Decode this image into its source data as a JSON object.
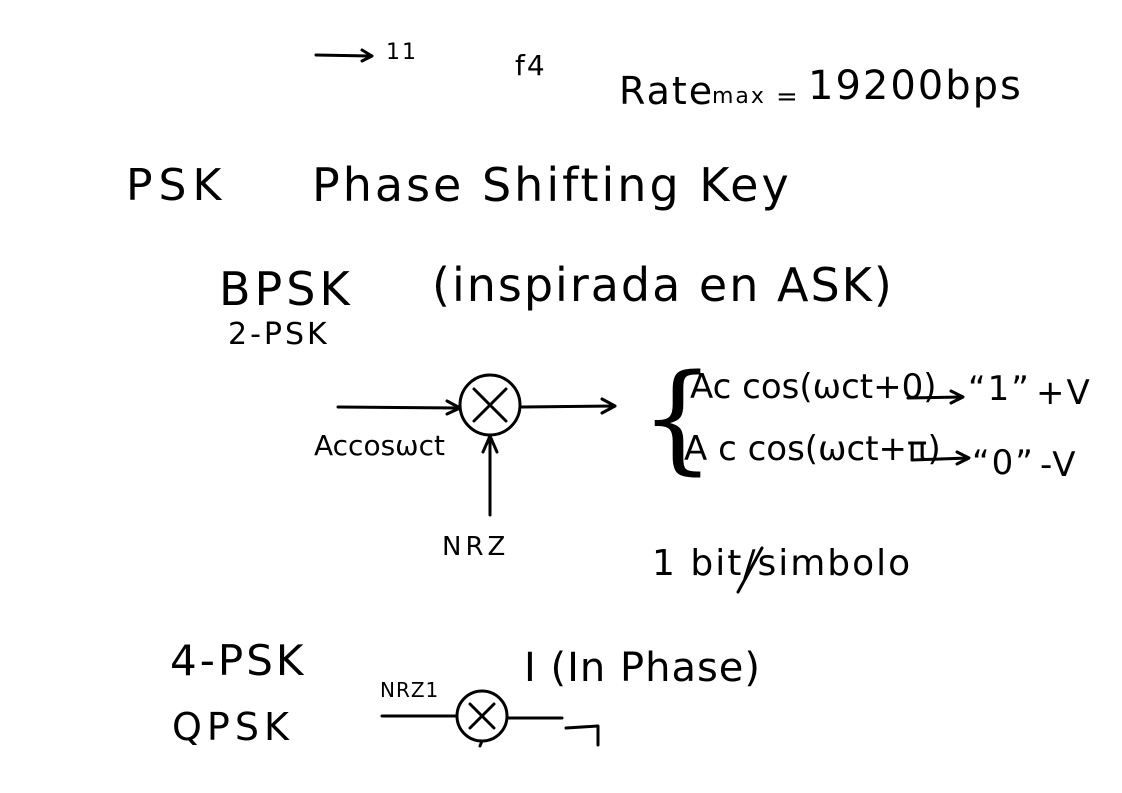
{
  "top_line": {
    "bits": "11",
    "f4": "f4",
    "rate_word": "Rate",
    "rate_sub": "max",
    "equals": "=",
    "rate_value": "19200bps"
  },
  "psk_heading": {
    "abbr": "PSK",
    "full": "Phase Shifting Key"
  },
  "bpsk": {
    "title": "BPSK",
    "note": "(inspirada en ASK)",
    "alt_name": "2-PSK"
  },
  "modulator": {
    "carrier_label": "Accosωct",
    "data_label": "NRZ",
    "output_top": "Ac cos(ωct+0)",
    "output_bottom": "A c cos(ωct+π)",
    "bit_one": "“1”",
    "bit_zero": "“0”",
    "level_pos": "+V",
    "level_neg": "-V",
    "rate": "1 bit/simbolo"
  },
  "qpsk": {
    "title": "4-PSK",
    "alt_name": "QPSK",
    "mixer_input": "NRZ1",
    "i_label": "I (In Phase)"
  },
  "colors": {
    "ink": "#000000",
    "background": "#ffffff"
  }
}
